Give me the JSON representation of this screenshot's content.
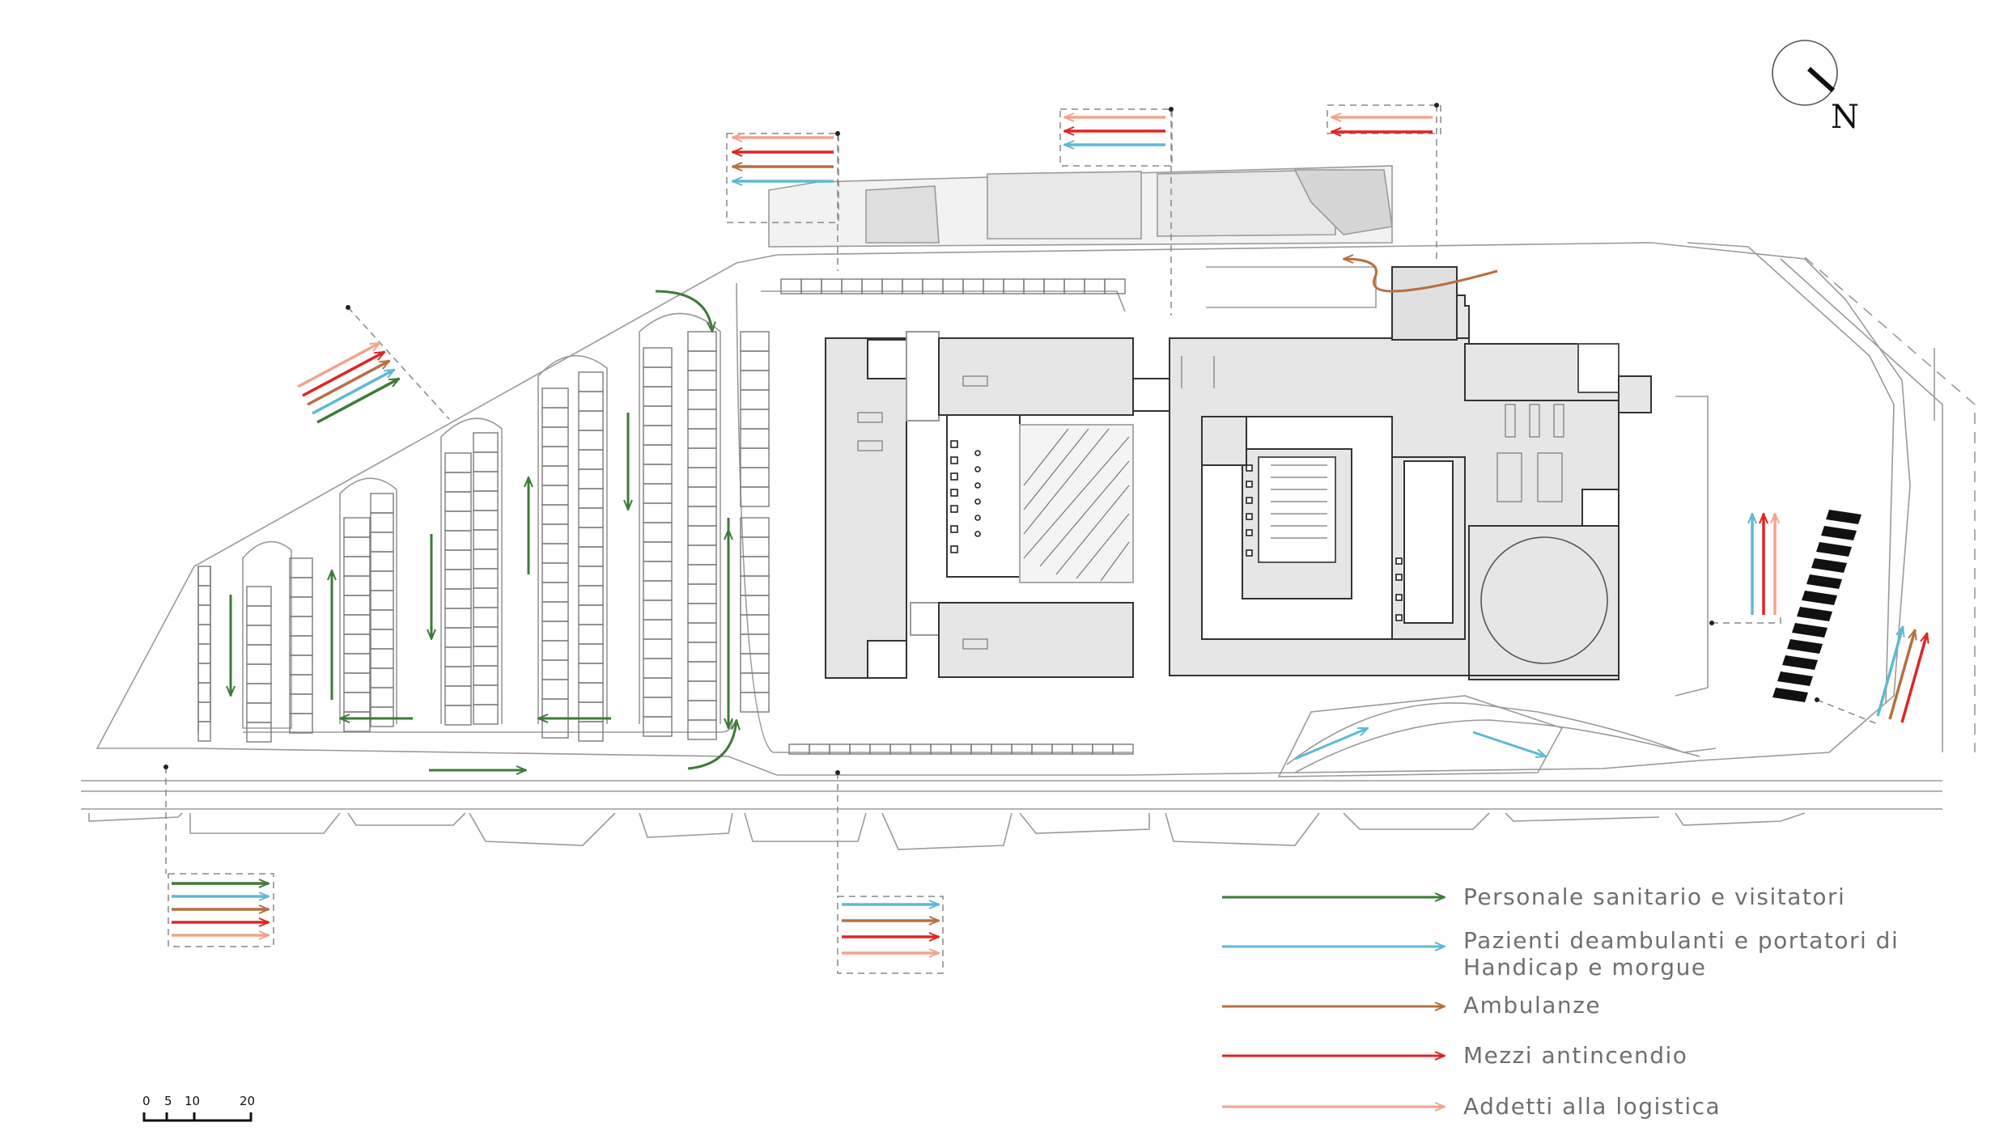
{
  "colors": {
    "personale": "#3e7a38",
    "pazienti": "#5fb8d4",
    "ambulanze": "#b5703f",
    "antincendio": "#e02424",
    "logistica": "#f0a58c",
    "building_fill": "#e6e6e6",
    "line": "#8c8c8c"
  },
  "north": {
    "label": "N",
    "icon": "north-arrow-icon"
  },
  "scale_bar": {
    "ticks": [
      "0",
      "5",
      "10",
      "20"
    ]
  },
  "legend": {
    "items": [
      {
        "key": "personale",
        "lines": [
          "Personale sanitario e visitatori"
        ]
      },
      {
        "key": "pazienti",
        "lines": [
          "Pazienti deambulanti e portatori di",
          "Handicap e morgue"
        ]
      },
      {
        "key": "ambulanze",
        "lines": [
          "Ambulanze"
        ]
      },
      {
        "key": "antincendio",
        "lines": [
          "Mezzi antincendio"
        ]
      },
      {
        "key": "logistica",
        "lines": [
          "Addetti alla logistica"
        ]
      }
    ]
  },
  "access_groups": [
    {
      "name": "access-southwest",
      "flows": [
        "personale",
        "pazienti",
        "ambulanze",
        "antincendio",
        "logistica"
      ]
    },
    {
      "name": "access-south-center",
      "flows": [
        "pazienti",
        "ambulanze",
        "antincendio",
        "logistica"
      ]
    },
    {
      "name": "access-northwest-parking",
      "flows": [
        "logistica",
        "antincendio",
        "ambulanze",
        "pazienti",
        "personale"
      ]
    },
    {
      "name": "access-north-left",
      "flows": [
        "logistica",
        "antincendio",
        "ambulanze",
        "pazienti"
      ]
    },
    {
      "name": "access-north-center",
      "flows": [
        "logistica",
        "antincendio",
        "pazienti"
      ]
    },
    {
      "name": "access-north-right",
      "flows": [
        "logistica",
        "antincendio"
      ]
    },
    {
      "name": "access-east-upper",
      "flows": [
        "pazienti",
        "antincendio",
        "logistica"
      ]
    },
    {
      "name": "access-east-lower",
      "flows": [
        "pazienti",
        "ambulanze",
        "antincendio"
      ]
    }
  ]
}
